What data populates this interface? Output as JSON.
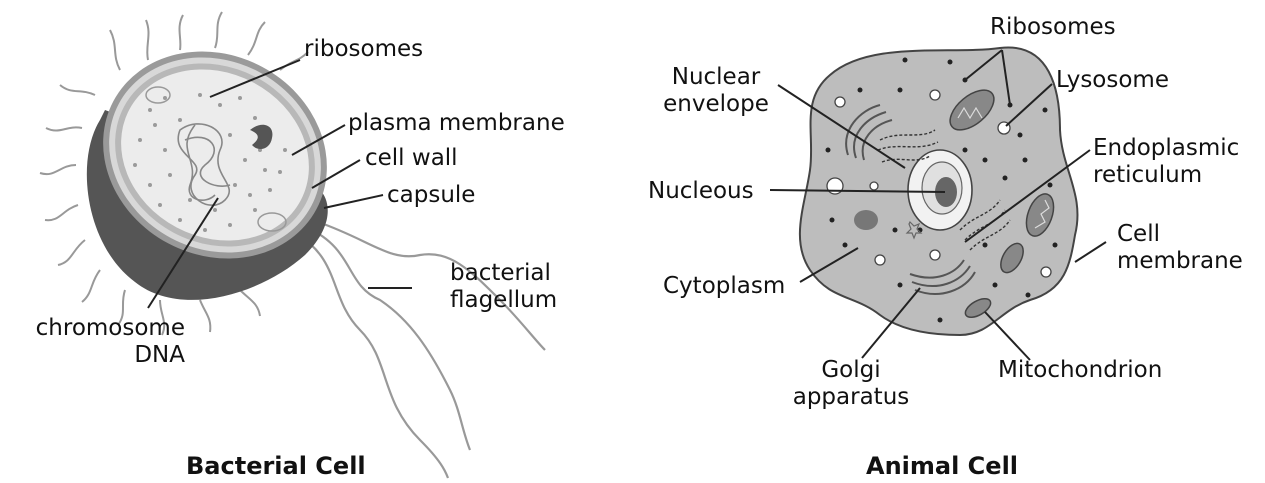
{
  "bacterial": {
    "title": "Bacterial Cell",
    "labels": {
      "ribosomes": "ribosomes",
      "plasma_membrane": "plasma membrane",
      "cell_wall": "cell wall",
      "capsule": "capsule",
      "flagellum": "bacterial\nflagellum",
      "chromosome": "chromosome\nDNA"
    }
  },
  "animal": {
    "title": "Animal Cell",
    "labels": {
      "ribosomes": "Ribosomes",
      "lysosome": "Lysosome",
      "nuclear_envelope": "Nuclear\nenvelope",
      "endoplasmic_reticulum": "Endoplasmic\nreticulum",
      "nucleous": "Nucleous",
      "cell_membrane": "Cell\nmembrane",
      "cytoplasm": "Cytoplasm",
      "mitochondrion": "Mitochondrion",
      "golgi": "Golgi\napparatus"
    }
  }
}
